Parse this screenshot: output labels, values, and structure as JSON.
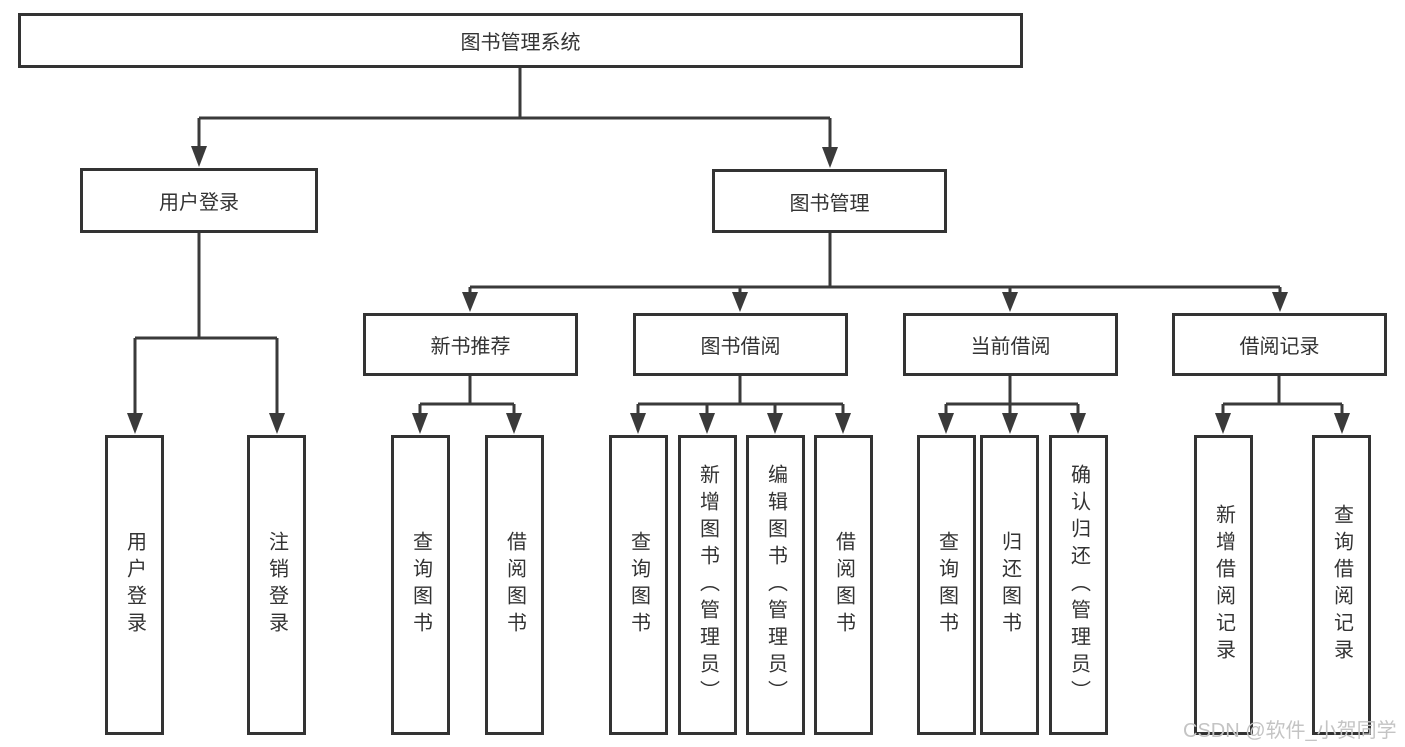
{
  "diagram": {
    "root": {
      "label": "图书管理系统"
    },
    "branches": [
      {
        "label": "用户登录",
        "children": [
          {
            "label": "用户登录"
          },
          {
            "label": "注销登录"
          }
        ]
      },
      {
        "label": "图书管理",
        "children": [
          {
            "label": "新书推荐",
            "children": [
              {
                "label": "查询图书"
              },
              {
                "label": "借阅图书"
              }
            ]
          },
          {
            "label": "图书借阅",
            "children": [
              {
                "label": "查询图书"
              },
              {
                "label": "新增图书（管理员）"
              },
              {
                "label": "编辑图书（管理员）"
              },
              {
                "label": "借阅图书"
              }
            ]
          },
          {
            "label": "当前借阅",
            "children": [
              {
                "label": "查询图书"
              },
              {
                "label": "归还图书"
              },
              {
                "label": "确认归还（管理员）"
              }
            ]
          },
          {
            "label": "借阅记录",
            "children": [
              {
                "label": "新增借阅记录"
              },
              {
                "label": "查询借阅记录"
              }
            ]
          }
        ]
      }
    ]
  },
  "watermark": {
    "text": "CSDN @软件_小贺同学"
  },
  "colors": {
    "line": "#3a3a3a",
    "border": "#333333",
    "text": "#333333",
    "background": "#ffffff",
    "watermark": "#c4c4c4"
  }
}
